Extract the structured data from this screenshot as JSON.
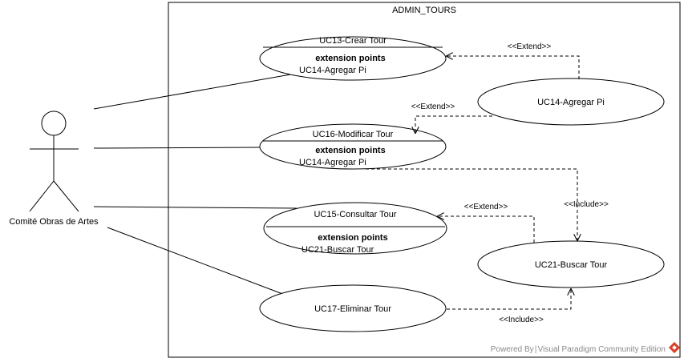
{
  "system": {
    "title": "ADMIN_TOURS"
  },
  "actor": {
    "name": "Comité Obras de Artes"
  },
  "use_cases": {
    "uc13": {
      "title": "UC13-Crear Tour",
      "ext_header": "extension points",
      "ext_point": "UC14-Agregar Pi"
    },
    "uc16": {
      "title": "UC16-Modificar Tour",
      "ext_header": "extension points",
      "ext_point": "UC14-Agregar Pi"
    },
    "uc15": {
      "title": "UC15-Consultar Tour",
      "ext_header": "extension points",
      "ext_point": "UC21-Buscar Tour"
    },
    "uc17": {
      "title": "UC17-Eliminar Tour"
    },
    "uc14": {
      "title": "UC14-Agregar Pi"
    },
    "uc21": {
      "title": "UC21-Buscar Tour"
    }
  },
  "relations": {
    "extend_uc14_uc13": "<<Extend>>",
    "extend_uc14_uc16": "<<Extend>>",
    "extend_uc21_uc15": "<<Extend>>",
    "include_uc16_uc21": "<<Include>>",
    "include_uc17_uc21": "<<Include>>"
  },
  "footer": {
    "text": "Powered By∣Visual Paradigm Community Edition"
  },
  "colors": {
    "logo_red": "#d9412b",
    "footer_gray": "#8a8a8a"
  }
}
